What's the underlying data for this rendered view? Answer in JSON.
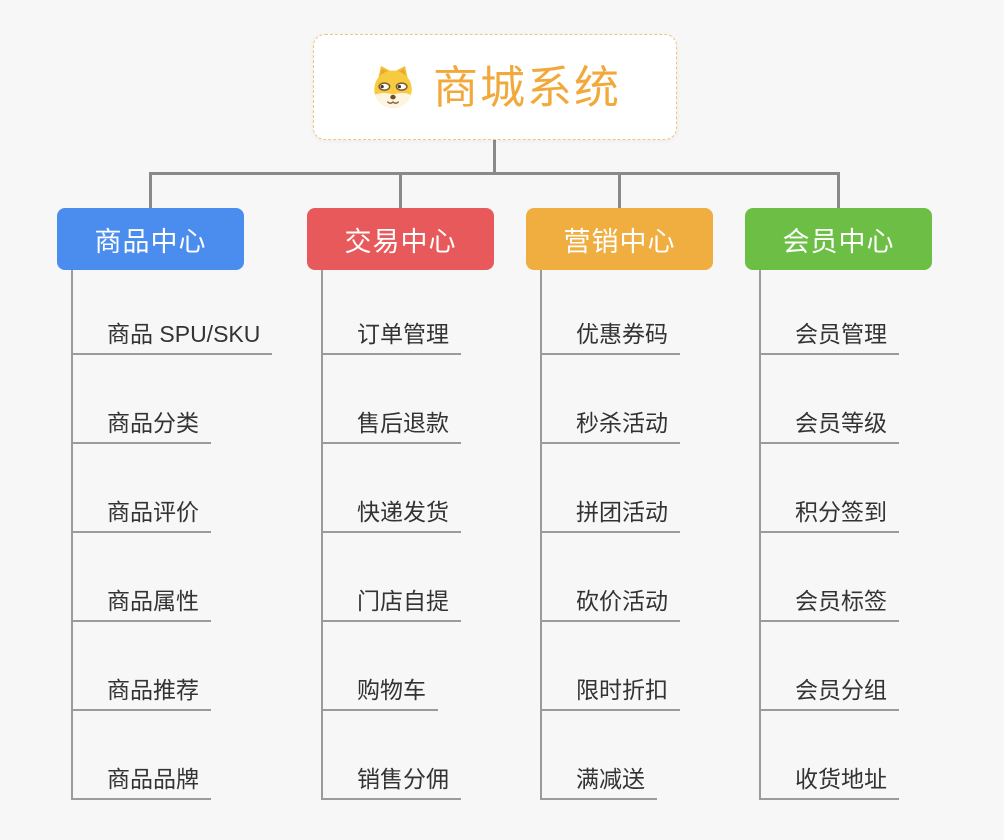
{
  "root": {
    "title": "商城系统",
    "title_color": "#F2A93B",
    "border_color": "#F3C47C",
    "icon": "dog-face-icon"
  },
  "canvas": {
    "background_color": "#F7F7F7",
    "connector_color": "#8A8A8A",
    "underline_color": "#9B9B9B",
    "leaf_text_color": "#333333"
  },
  "branches": [
    {
      "label": "商品中心",
      "color": "#4B8DEE",
      "items": [
        "商品 SPU/SKU",
        "商品分类",
        "商品评价",
        "商品属性",
        "商品推荐",
        "商品品牌"
      ]
    },
    {
      "label": "交易中心",
      "color": "#E7595A",
      "items": [
        "订单管理",
        "售后退款",
        "快递发货",
        "门店自提",
        "购物车",
        "销售分佣"
      ]
    },
    {
      "label": "营销中心",
      "color": "#EFAE3F",
      "items": [
        "优惠券码",
        "秒杀活动",
        "拼团活动",
        "砍价活动",
        "限时折扣",
        "满减送"
      ]
    },
    {
      "label": "会员中心",
      "color": "#6CBE45",
      "items": [
        "会员管理",
        "会员等级",
        "积分签到",
        "会员标签",
        "会员分组",
        "收货地址"
      ]
    }
  ]
}
